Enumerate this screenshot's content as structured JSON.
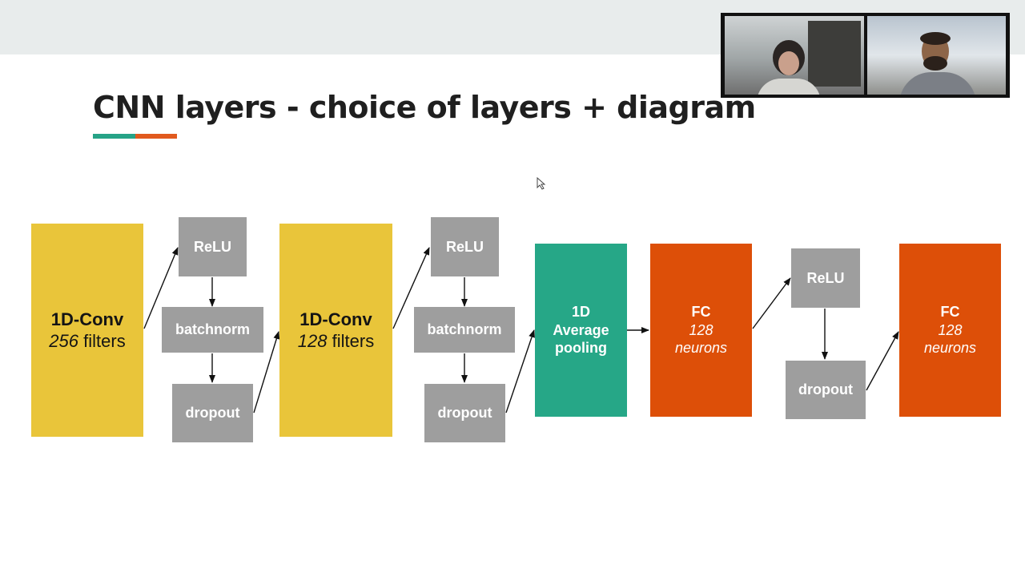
{
  "slide": {
    "title": "CNN layers - choice of layers + diagram"
  },
  "colors": {
    "conv": "#e9c53a",
    "activation_block": "#9e9e9e",
    "pooling": "#26a787",
    "fc": "#dd4f08",
    "title_underline": [
      "#26a387",
      "#e15a1e"
    ]
  },
  "diagram": {
    "conv1": {
      "title": "1D-Conv",
      "count": "256",
      "unit": "filters"
    },
    "relu1": "ReLU",
    "batchnorm1": "batchnorm",
    "dropout1": "dropout",
    "conv2": {
      "title": "1D-Conv",
      "count": "128",
      "unit": "filters"
    },
    "relu2": "ReLU",
    "batchnorm2": "batchnorm",
    "dropout2": "dropout",
    "pool": {
      "line1": "1D",
      "line2": "Average",
      "line3": "pooling"
    },
    "fc1": {
      "title": "FC",
      "count": "128",
      "unit": "neurons"
    },
    "relu3": "ReLU",
    "dropout3": "dropout",
    "fc2": {
      "title": "FC",
      "count": "128",
      "unit": "neurons"
    }
  },
  "video_call": {
    "participants": 2
  }
}
